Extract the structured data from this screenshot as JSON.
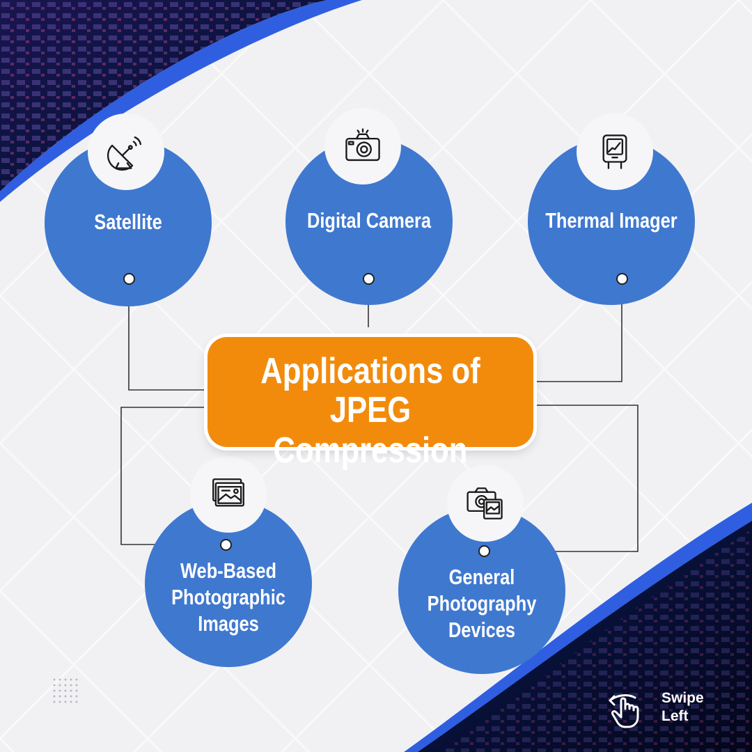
{
  "title": {
    "line1": "Applications of",
    "line2": "JPEG Compression"
  },
  "nodes": [
    {
      "id": "satellite",
      "label_lines": [
        "Satellite"
      ],
      "icon": "satellite-dish-icon"
    },
    {
      "id": "digital-camera",
      "label_lines": [
        "Digital Camera"
      ],
      "icon": "camera-icon"
    },
    {
      "id": "thermal-imager",
      "label_lines": [
        "Thermal Imager"
      ],
      "icon": "thermal-imager-icon"
    },
    {
      "id": "web-photos",
      "label_lines": [
        "Web-Based",
        "Photographic",
        "Images"
      ],
      "icon": "photo-gallery-icon"
    },
    {
      "id": "photo-devices",
      "label_lines": [
        "General",
        "Photography",
        "Devices"
      ],
      "icon": "camera-photo-icon"
    }
  ],
  "swipe": {
    "line1": "Swipe",
    "line2": "Left"
  },
  "colors": {
    "node_blue": "#3f78cf",
    "title_orange": "#f28b0c",
    "dark_navy": "#0b1033",
    "accent_blue": "#2f5fe0"
  }
}
